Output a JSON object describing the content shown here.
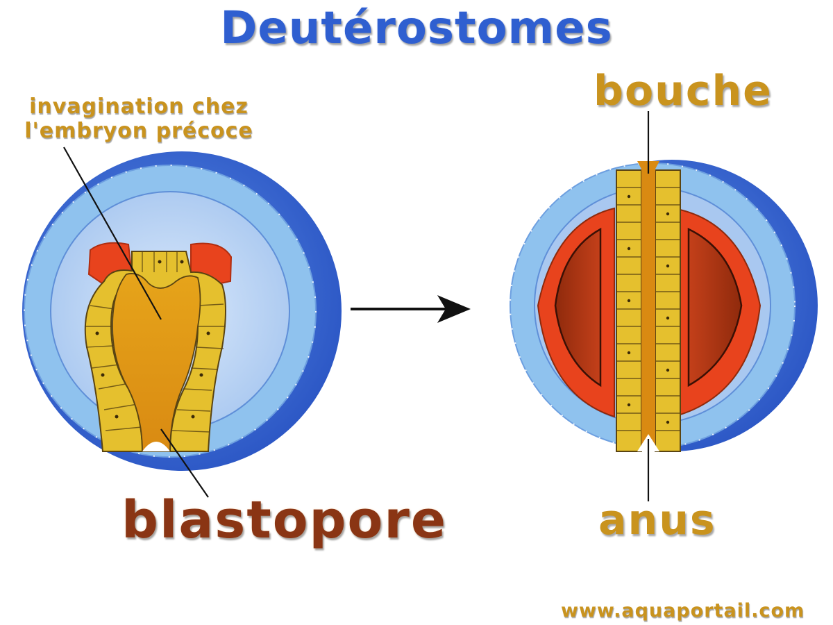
{
  "title": "Deutérostomes",
  "labels": {
    "invagination_line1": "invagination chez",
    "invagination_line2": "l'embryon précoce",
    "blastopore": "blastopore",
    "bouche": "bouche",
    "anus": "anus"
  },
  "website": "www.aquaportail.com",
  "colors": {
    "title": "#2f5fd0",
    "label_gold": "#c9931e",
    "label_brown": "#8a3514",
    "ectoderm_dark": "#3f6fd6",
    "ectoderm_light": "#8fc2ee",
    "endoderm": "#e5c02e",
    "mesoderm": "#e8431d",
    "cavity": "#b5360f"
  }
}
